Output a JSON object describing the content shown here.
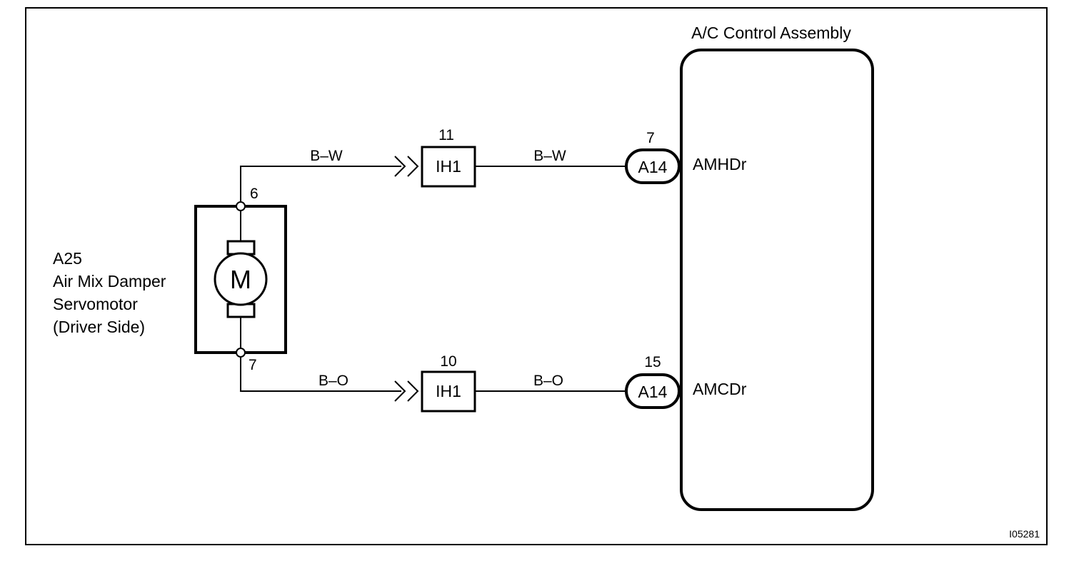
{
  "assembly": {
    "title": "A/C Control Assembly",
    "terminal_hot": "AMHDr",
    "terminal_cold": "AMCDr"
  },
  "servomotor": {
    "code": "A25",
    "name_line1": "Air Mix Damper",
    "name_line2": "Servomotor",
    "name_line3": "(Driver Side)",
    "motor_symbol": "M",
    "pin_top": "6",
    "pin_bottom": "7"
  },
  "circuit_top": {
    "wire_left": "B–W",
    "wire_right": "B–W",
    "junction": "IH1",
    "junction_pin": "11",
    "connector": "A14",
    "connector_pin": "7"
  },
  "circuit_bottom": {
    "wire_left": "B–O",
    "wire_right": "B–O",
    "junction": "IH1",
    "junction_pin": "10",
    "connector": "A14",
    "connector_pin": "15"
  },
  "figure_id": "I05281"
}
